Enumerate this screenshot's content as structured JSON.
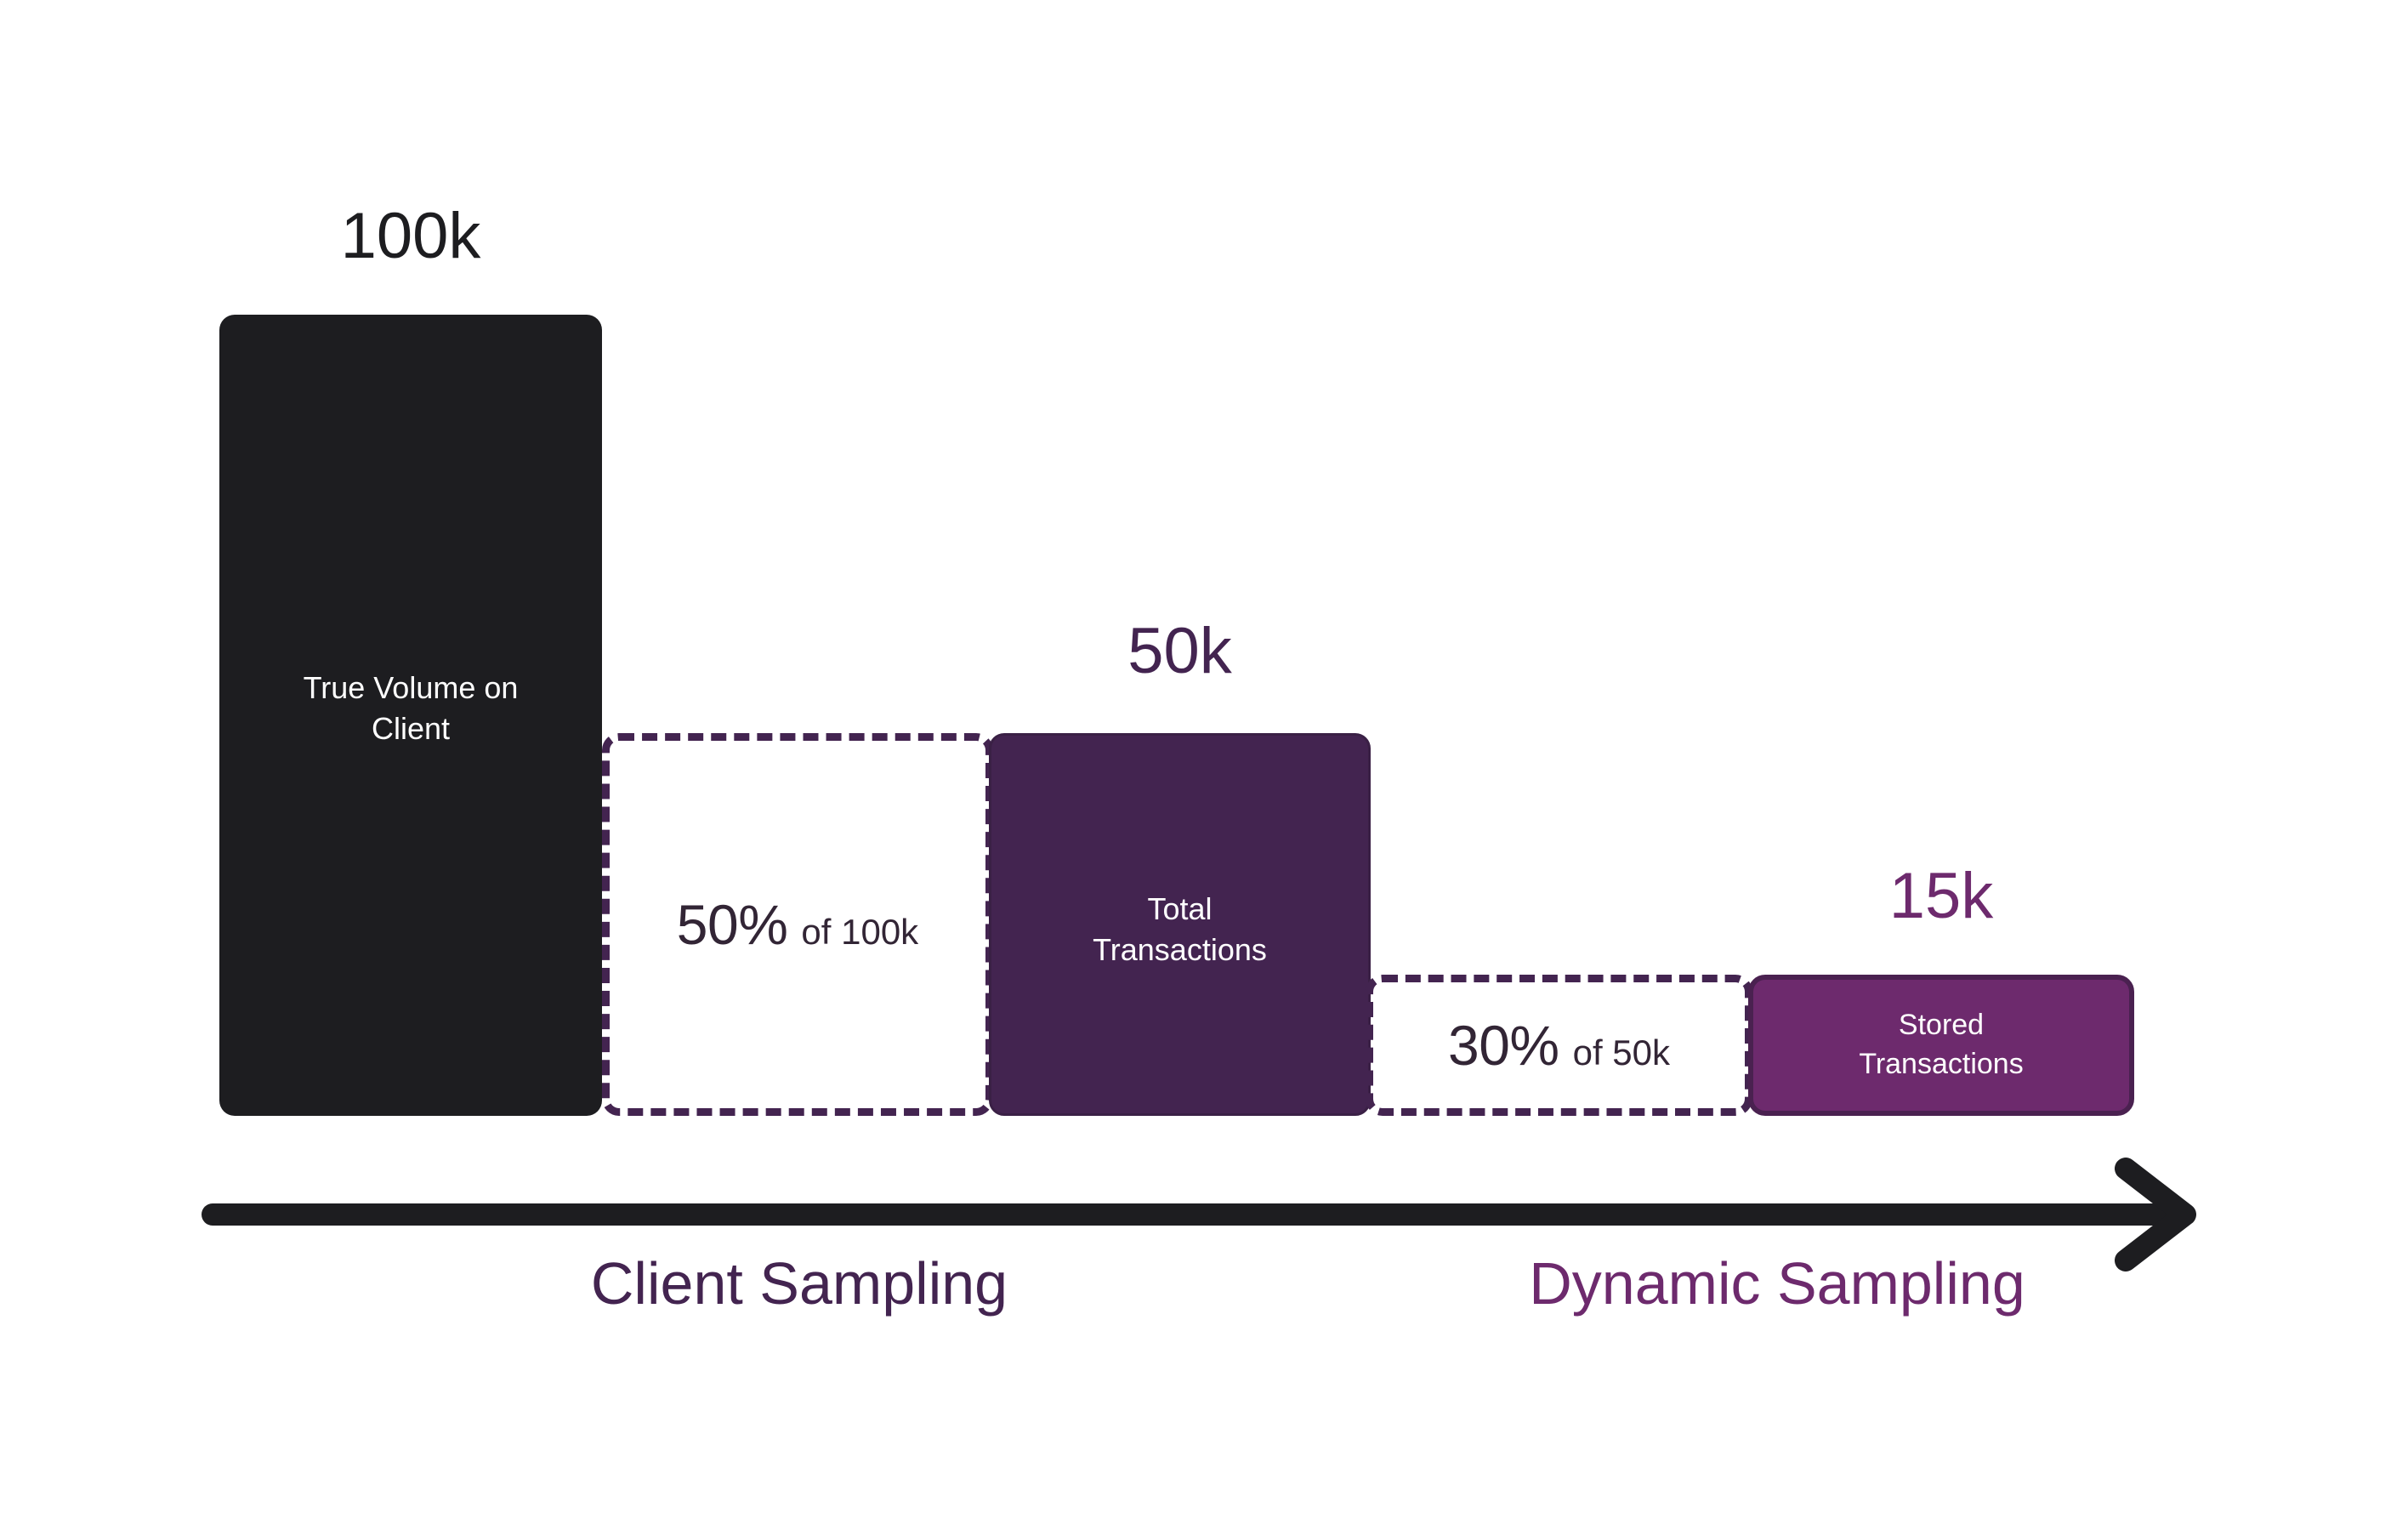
{
  "diagram": {
    "title": "Client Sampling and Dynamic Sampling funnel",
    "colors": {
      "background": "#ffffff",
      "black_bar": "#1d1d20",
      "dark_purple_bar": "#432450",
      "bright_purple_bar": "#6d2a6d",
      "dashed_border": "#432450",
      "arrow": "#1d1d20",
      "label_black": "#1d1d20",
      "label_dark_purple": "#432450",
      "label_bright_purple": "#6d2a6d",
      "percent_text": "#322535",
      "bar_text": "#ffffff"
    }
  },
  "bars": [
    {
      "id": "true-volume",
      "value_label": "100k",
      "caption_line1": "True Volume on",
      "caption_line2": "Client",
      "fill": "#1d1d20",
      "value_color": "#1d1d20"
    },
    {
      "id": "total-transactions",
      "value_label": "50k",
      "caption_line1": "Total",
      "caption_line2": "Transactions",
      "fill": "#432450",
      "value_color": "#432450"
    },
    {
      "id": "stored-transactions",
      "value_label": "15k",
      "caption_line1": "Stored",
      "caption_line2": "Transactions",
      "fill": "#6d2a6d",
      "value_color": "#6d2a6d"
    }
  ],
  "reductions": [
    {
      "id": "client-sampling-reduction",
      "percent": "50%",
      "of_text": "of 100k"
    },
    {
      "id": "dynamic-sampling-reduction",
      "percent": "30%",
      "of_text": "of 50k"
    }
  ],
  "stage_captions": {
    "client": "Client Sampling",
    "dynamic": "Dynamic Sampling"
  },
  "axis": {
    "arrow_icon": "right-arrow-icon"
  },
  "chart_data": {
    "type": "bar",
    "title": "",
    "xlabel": "",
    "ylabel": "",
    "categories": [
      "True Volume on Client",
      "Total Transactions",
      "Stored Transactions"
    ],
    "values": [
      100000,
      50000,
      15000
    ],
    "value_labels": [
      "100k",
      "50k",
      "15k"
    ],
    "ylim": [
      0,
      100000
    ],
    "grid": false,
    "legend": "none",
    "annotations": [
      {
        "between": [
          "True Volume on Client",
          "Total Transactions"
        ],
        "percent": 50,
        "text": "50% of 100k",
        "stage": "Client Sampling"
      },
      {
        "between": [
          "Total Transactions",
          "Stored Transactions"
        ],
        "percent": 30,
        "text": "30% of 50k",
        "stage": "Dynamic Sampling"
      }
    ],
    "stages": [
      "Client Sampling",
      "Dynamic Sampling"
    ]
  }
}
